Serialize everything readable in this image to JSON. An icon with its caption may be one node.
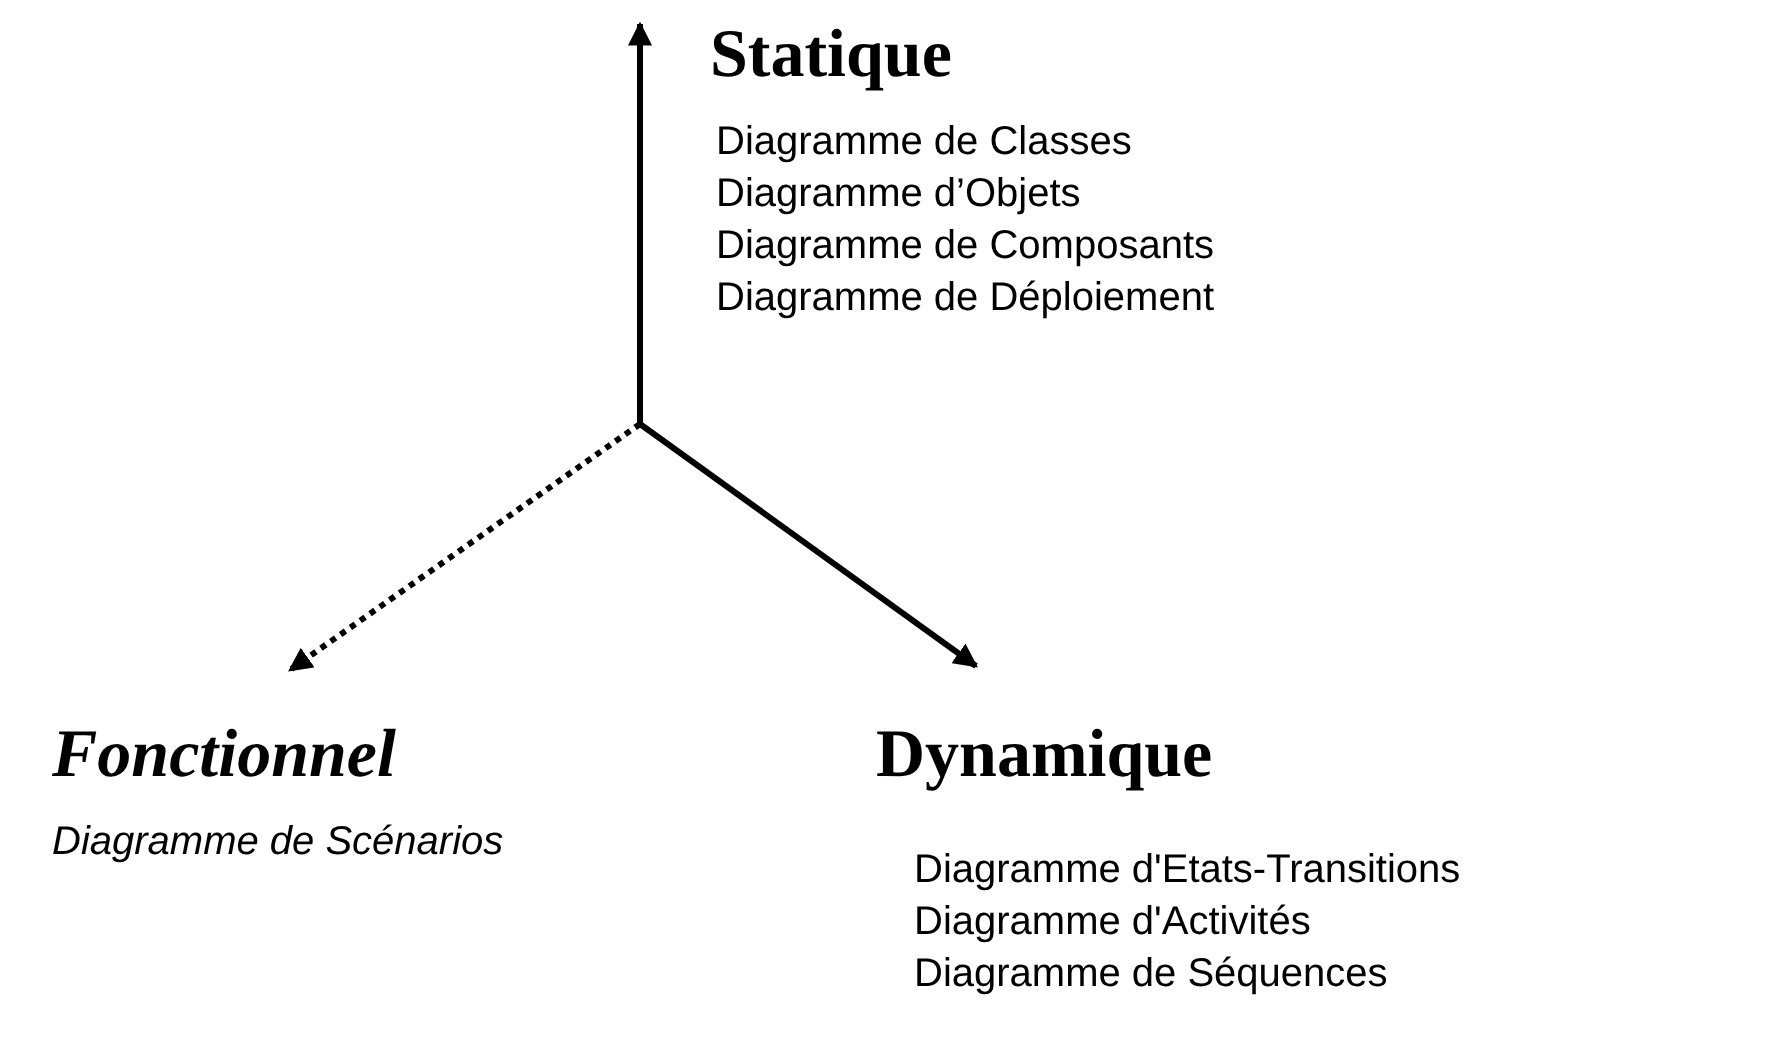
{
  "diagram": {
    "nodes": [
      {
        "text": [
          "Statique",
          "Diagramme de Classes",
          "Diagramme d’Objets",
          "Diagramme de Composants",
          "Diagramme de Déploiement"
        ]
      },
      {
        "text": [
          "Fonctionnel",
          "Diagramme de Scénarios"
        ]
      },
      {
        "text": [
          "Dynamique",
          "Diagramme d'Etats-Transitions",
          "Diagramme d'Activités",
          "Diagramme de Séquences"
        ]
      }
    ],
    "edges": [
      {
        "from": null,
        "to": 0,
        "arrow": "to"
      },
      {
        "from": null,
        "to": 1,
        "arrow": "to",
        "style": "dashed"
      },
      {
        "from": null,
        "to": 2,
        "arrow": "to"
      }
    ]
  }
}
